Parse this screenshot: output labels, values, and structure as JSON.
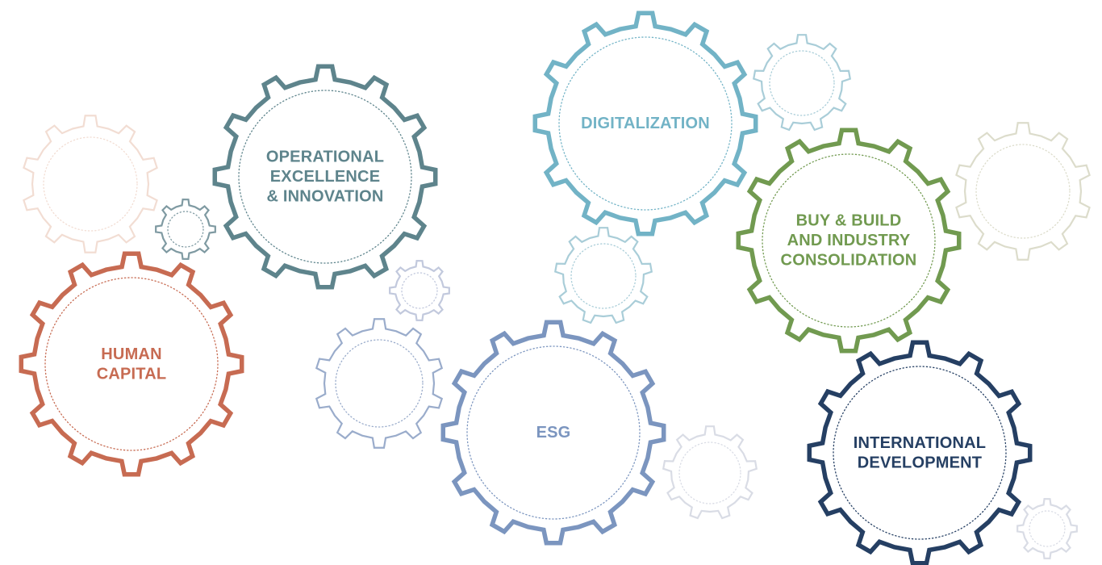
{
  "gears": [
    {
      "id": "operational-excellence",
      "lines": [
        "OPERATIONAL",
        "EXCELLENCE",
        "& INNOVATION"
      ],
      "color": "#5e848c"
    },
    {
      "id": "digitalization",
      "lines": [
        "DIGITALIZATION"
      ],
      "color": "#72b3c6"
    },
    {
      "id": "buy-and-build",
      "lines": [
        "BUY & BUILD",
        "AND INDUSTRY",
        "CONSOLIDATION"
      ],
      "color": "#719a50"
    },
    {
      "id": "human-capital",
      "lines": [
        "HUMAN",
        "CAPITAL"
      ],
      "color": "#c76b52"
    },
    {
      "id": "esg",
      "lines": [
        "ESG"
      ],
      "color": "#7b95bf"
    },
    {
      "id": "international-development",
      "lines": [
        "INTERNATIONAL",
        "DEVELOPMENT"
      ],
      "color": "#253f63"
    }
  ],
  "decorative_gear_colors": {
    "peach": "#f2ddd3",
    "slate": "#7f9aa2",
    "light-cyan": "#a9cdd8",
    "lavender": "#c2c9dd",
    "periwinkle": "#9aaccb",
    "pale-gray": "#d9dce5",
    "beige": "#dcdccb"
  }
}
